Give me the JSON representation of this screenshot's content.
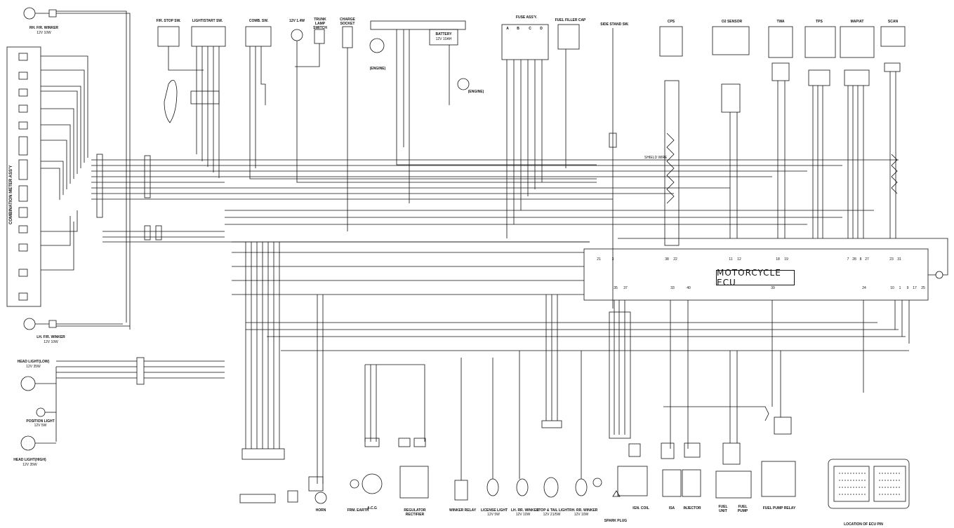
{
  "labels": {
    "rh_winker": "RH. F/R. WINKER",
    "rh_winker_rating": "12V 10W",
    "lh_winker": "LH. F/R. WINKER",
    "lh_winker_rating": "12V 10W",
    "meter_assy": "COMBINATION METER ASS'Y",
    "fr_stop_sw": "F/R. STOP SW.",
    "light_start_sw": "LIGHT/START SW.",
    "comb_sw": "COMB. SW.",
    "lamp_12v": "12V 1.4W",
    "trunk_lamp_switch": "TRUNK LAMP SWITCH",
    "charge_socket": "CHARGE SOCKET",
    "engine_motor": "(ENGINE)",
    "battery": "BATTERY",
    "battery_rating": "12V 10AH",
    "engine_ground": "(ENGINE)",
    "fuse_assy": "FUSE ASS'Y.",
    "fuel_filler_cap": "FUEL FILLER CAP",
    "side_stand_sw": "SIDE STAND SW.",
    "cps": "CPS",
    "o2_sensor": "O2 SENSOR",
    "twa": "TWA",
    "tps": "TPS",
    "mapat": "MAP/AT",
    "scan": "SCAN",
    "motorcycle_ecu": "MOTORCYCLE ECU",
    "head_light_low": "HEAD LIGHT(LOW)",
    "head_light_low_rating": "12V 35W",
    "position_light": "POSITION LIGHT",
    "position_light_rating": "12V 5W",
    "head_light_high": "HEAD LIGHT(HIGH)",
    "head_light_high_rating": "12V 35W",
    "horn": "HORN",
    "frm_earth": "FRM. EARTH",
    "acg": "A.C.G",
    "regulator_rectifier": "REGULATOR RECTIFIER",
    "winker_relay": "WINKER RELAY",
    "license_light": "LICENSE LIGHT",
    "license_light_rating": "12V 5W",
    "lh_rr_winker": "LH. RR. WINKER",
    "lh_rr_winker_rating": "12V 10W",
    "stop_tail_light": "STOP & TAIL LIGHT",
    "stop_tail_light_rating": "12V 21/5W",
    "rh_rr_winker": "RH. RR. WINKER",
    "rh_rr_winker_rating": "12V 10W",
    "spark_plug": "SPARK PLUG",
    "ign_coil": "IGN. COIL",
    "isa": "ISA",
    "injector": "INJECTOR",
    "fuel_unit": "FUEL UNIT",
    "fuel_pump": "FUEL PUMP",
    "fuel_pump_relay": "FUEL PUMP RELAY",
    "location_ecu_pin": "LOCATION OF ECU PIN",
    "shield_wire": "SHIELD WIRE"
  },
  "fuses": [
    "A",
    "B",
    "C",
    "D"
  ],
  "ecu_pins_top": [
    "21",
    "3",
    "38",
    "22",
    "11",
    "12",
    "18",
    "19",
    "7",
    "28",
    "8",
    "27",
    "23",
    "31"
  ],
  "ecu_pins_bottom": [
    "35",
    "37",
    "33",
    "40",
    "39",
    "24",
    "10",
    "1",
    "9",
    "17",
    "25"
  ],
  "colors": {
    "line": "#111111",
    "background": "#ffffff"
  }
}
